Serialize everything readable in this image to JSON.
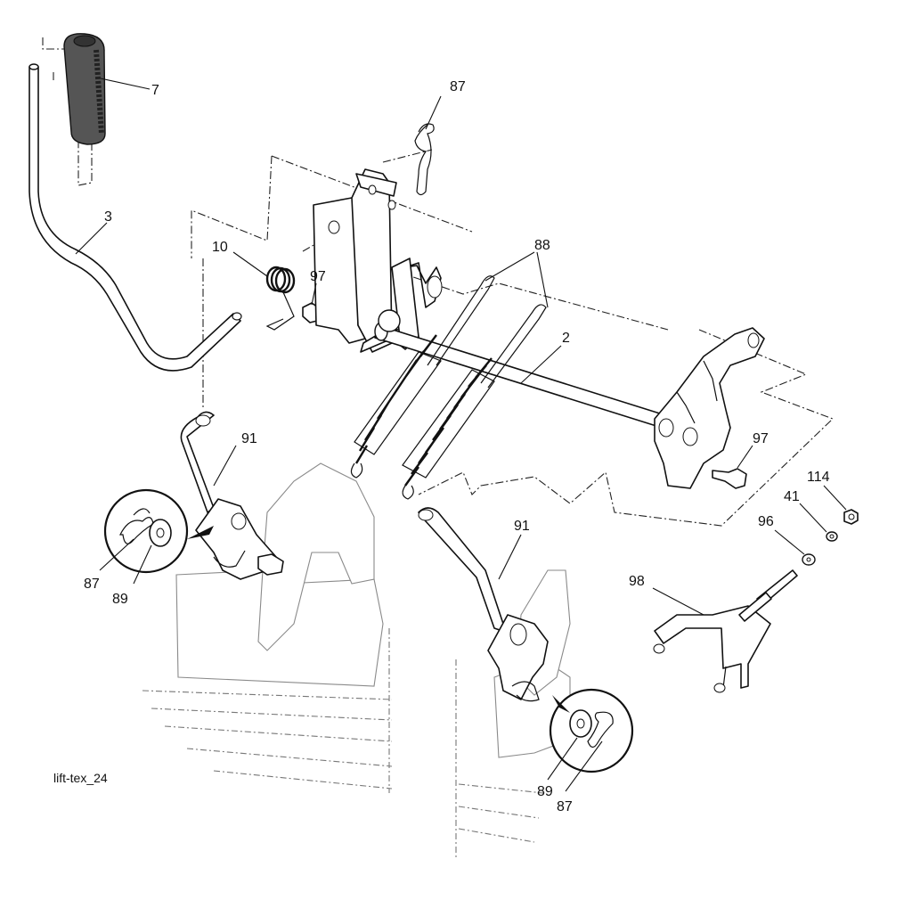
{
  "diagram": {
    "caption": "lift-tex_24",
    "callouts": {
      "p7": "7",
      "p3": "3",
      "p87_top": "87",
      "p88": "88",
      "p10": "10",
      "p97_left": "97",
      "p2": "2",
      "p91_left": "91",
      "p97_right": "97",
      "p114": "114",
      "p41": "41",
      "p96": "96",
      "p98": "98",
      "p87_left": "87",
      "p89_left": "89",
      "p91_right": "91",
      "p89_right": "89",
      "p87_right": "87"
    }
  }
}
